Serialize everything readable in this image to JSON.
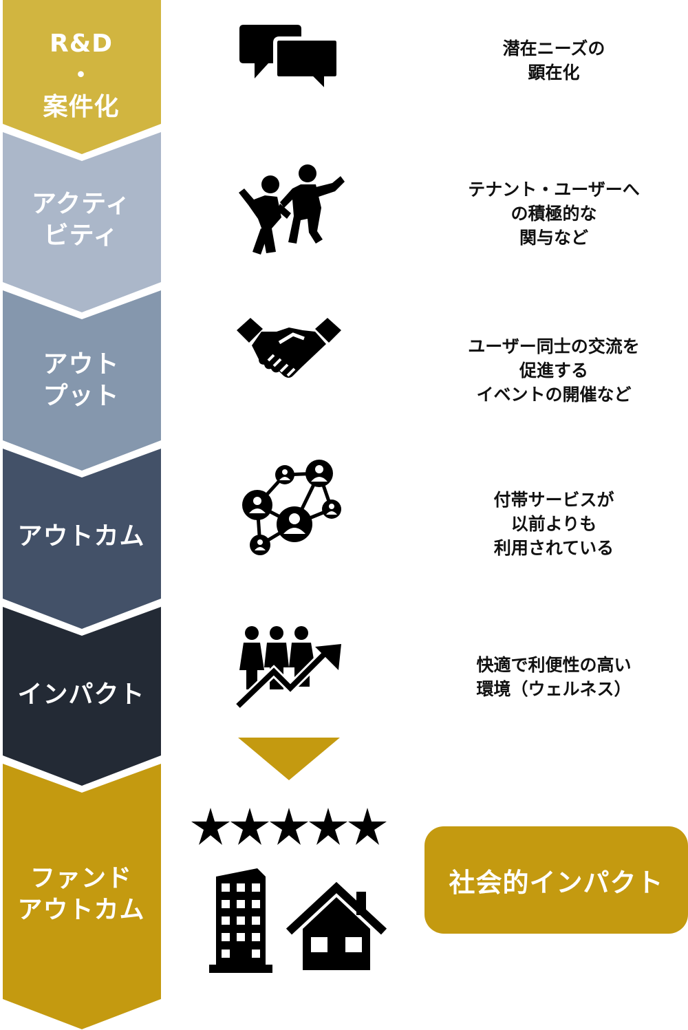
{
  "colors": {
    "gold": "#c49a10",
    "gold_light": "#d1b540",
    "steel_light": "#abb7c9",
    "steel": "#8597ad",
    "slate": "#435168",
    "navy": "#232a35",
    "icon": "#000000"
  },
  "stages": [
    {
      "id": "rd",
      "lines": [
        "R&D",
        "・",
        "案件化"
      ],
      "color": "#d1b540"
    },
    {
      "id": "activity",
      "lines": [
        "アクティ",
        "ビティ"
      ],
      "color": "#abb7c9"
    },
    {
      "id": "output",
      "lines": [
        "アウト",
        "プット"
      ],
      "color": "#8597ad"
    },
    {
      "id": "outcome",
      "lines": [
        "アウトカム"
      ],
      "color": "#435168"
    },
    {
      "id": "impact",
      "lines": [
        "インパクト"
      ],
      "color": "#232a35"
    },
    {
      "id": "fund-outcome",
      "lines": [
        "ファンド",
        "アウトカム"
      ],
      "color": "#c49a10"
    }
  ],
  "descriptions": [
    {
      "icon": "speech-bubbles-icon",
      "lines": [
        "潜在ニーズの",
        "顕在化"
      ]
    },
    {
      "icon": "people-interacting-icon",
      "lines": [
        "テナント・ユーザーへ",
        "の積極的な",
        "関与など"
      ]
    },
    {
      "icon": "handshake-icon",
      "lines": [
        "ユーザー同士の交流を",
        "促進する",
        "イベントの開催など"
      ]
    },
    {
      "icon": "network-icon",
      "lines": [
        "付帯サービスが",
        "以前よりも",
        "利用されている"
      ]
    },
    {
      "icon": "people-growth-icon",
      "lines": [
        "快適で利便性の高い",
        "環境（ウェルネス）"
      ]
    }
  ],
  "fund_outcome": {
    "icons": [
      "down-arrow-icon",
      "five-stars-icon",
      "office-building-icon",
      "house-icon"
    ],
    "impact_box_label": "社会的インパクト"
  }
}
